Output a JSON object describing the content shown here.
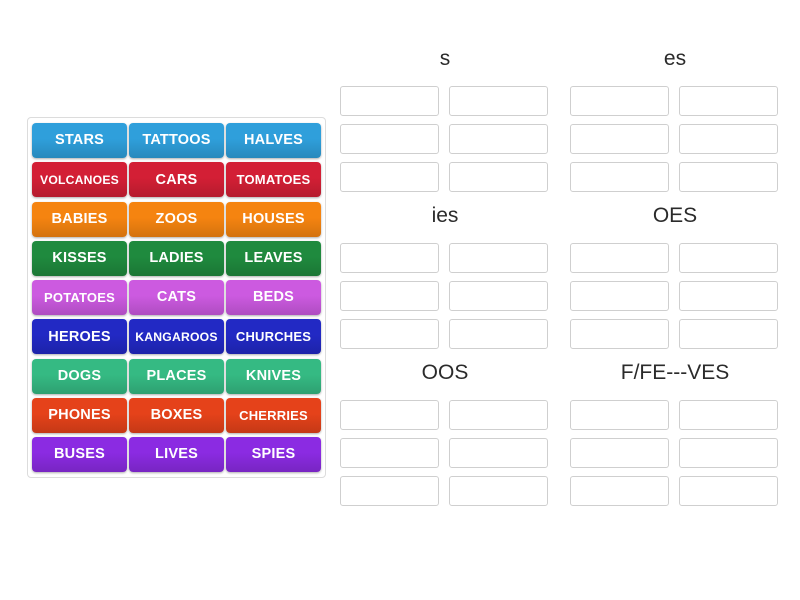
{
  "activity": {
    "type": "group-sort",
    "background_color": "#ffffff"
  },
  "word_bank": {
    "name": "word-bank",
    "border_color": "#dcdcdc",
    "rows": [
      {
        "color": "#2f9fdb",
        "tiles": [
          {
            "label": "STARS"
          },
          {
            "label": "TATTOOS"
          },
          {
            "label": "HALVES"
          }
        ]
      },
      {
        "color": "#d31f35",
        "tiles": [
          {
            "label": "VOLCANOES",
            "size": "small"
          },
          {
            "label": "CARS"
          },
          {
            "label": "TOMATOES",
            "size": "tiny"
          }
        ]
      },
      {
        "color": "#f58410",
        "tiles": [
          {
            "label": "BABIES"
          },
          {
            "label": "ZOOS"
          },
          {
            "label": "HOUSES"
          }
        ]
      },
      {
        "color": "#1f8a3e",
        "tiles": [
          {
            "label": "KISSES"
          },
          {
            "label": "LADIES"
          },
          {
            "label": "LEAVES"
          }
        ]
      },
      {
        "color": "#cc5ae0",
        "tiles": [
          {
            "label": "POTATOES",
            "size": "tiny"
          },
          {
            "label": "CATS"
          },
          {
            "label": "BEDS"
          }
        ]
      },
      {
        "color": "#2229c4",
        "tiles": [
          {
            "label": "HEROES"
          },
          {
            "label": "KANGAROOS",
            "size": "small"
          },
          {
            "label": "CHURCHES",
            "size": "tiny"
          }
        ]
      },
      {
        "color": "#35ba83",
        "tiles": [
          {
            "label": "DOGS"
          },
          {
            "label": "PLACES"
          },
          {
            "label": "KNIVES"
          }
        ]
      },
      {
        "color": "#e5421a",
        "tiles": [
          {
            "label": "PHONES"
          },
          {
            "label": "BOXES"
          },
          {
            "label": "CHERRIES",
            "size": "tiny"
          }
        ]
      },
      {
        "color": "#8b2be2",
        "tiles": [
          {
            "label": "BUSES"
          },
          {
            "label": "LIVES"
          },
          {
            "label": "SPIES"
          }
        ]
      }
    ]
  },
  "categories": [
    {
      "title": "s",
      "slot_count": 6,
      "slots": [
        "",
        "",
        "",
        "",
        "",
        ""
      ]
    },
    {
      "title": "es",
      "slot_count": 6,
      "slots": [
        "",
        "",
        "",
        "",
        "",
        ""
      ]
    },
    {
      "title": "ies",
      "slot_count": 6,
      "slots": [
        "",
        "",
        "",
        "",
        "",
        ""
      ]
    },
    {
      "title": "OES",
      "slot_count": 6,
      "slots": [
        "",
        "",
        "",
        "",
        "",
        ""
      ]
    },
    {
      "title": "OOS",
      "slot_count": 6,
      "slots": [
        "",
        "",
        "",
        "",
        "",
        ""
      ]
    },
    {
      "title": "F/FE---VES",
      "slot_count": 6,
      "slots": [
        "",
        "",
        "",
        "",
        "",
        ""
      ]
    }
  ]
}
